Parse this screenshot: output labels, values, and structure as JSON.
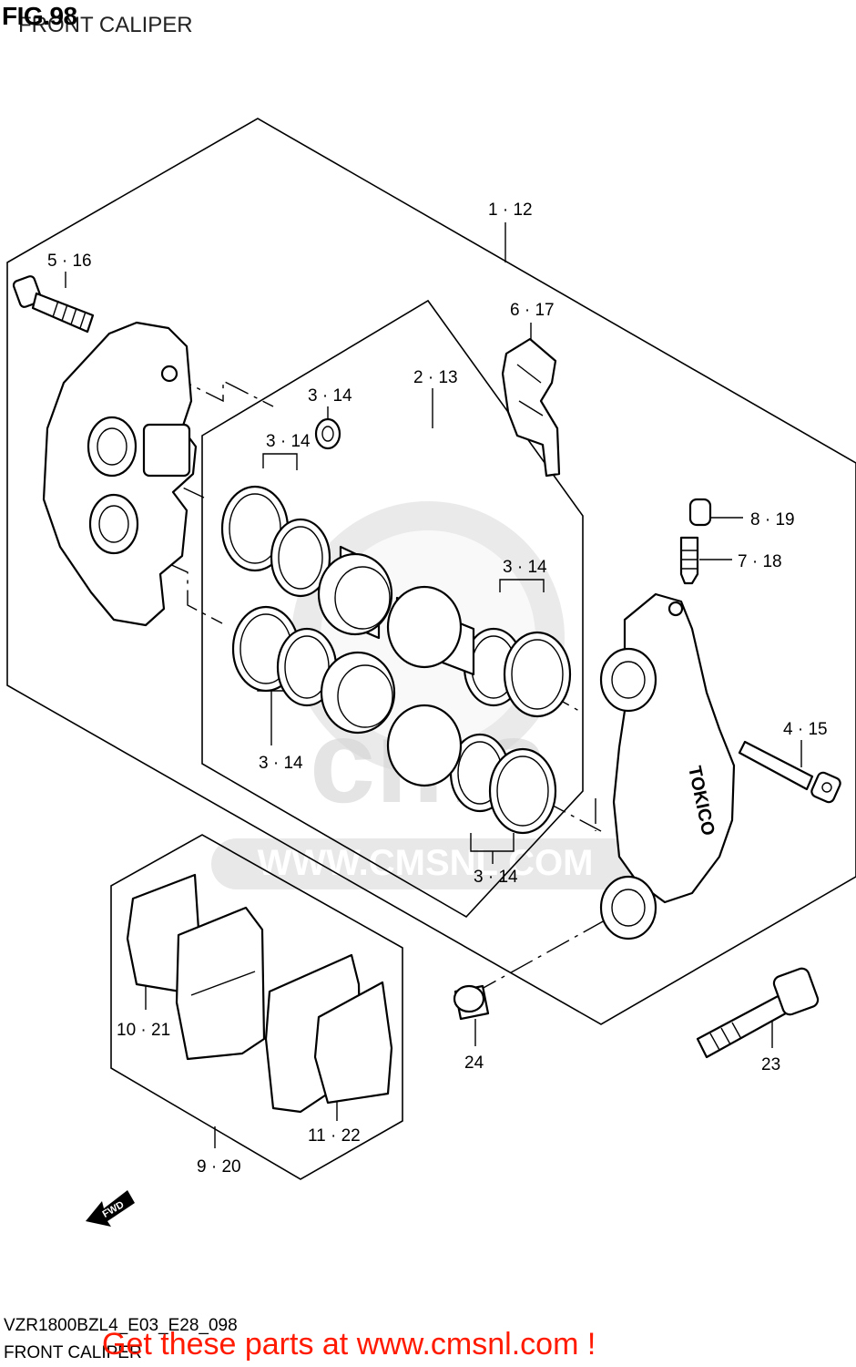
{
  "figure": {
    "number": "FIG.98",
    "title": "FRONT CALIPER"
  },
  "callouts": [
    {
      "id": "c1",
      "text": "1 · 12"
    },
    {
      "id": "c2",
      "text": "5 · 16"
    },
    {
      "id": "c3",
      "text": "6 · 17"
    },
    {
      "id": "c4",
      "text": "2 · 13"
    },
    {
      "id": "c5",
      "text": "3 · 14"
    },
    {
      "id": "c6",
      "text": "3 · 14"
    },
    {
      "id": "c7",
      "text": "3 · 14"
    },
    {
      "id": "c8",
      "text": "3 · 14"
    },
    {
      "id": "c9",
      "text": "3 · 14"
    },
    {
      "id": "c10",
      "text": "8 · 19"
    },
    {
      "id": "c11",
      "text": "7 · 18"
    },
    {
      "id": "c12",
      "text": "4 · 15"
    },
    {
      "id": "c13",
      "text": "10 · 21"
    },
    {
      "id": "c14",
      "text": "24"
    },
    {
      "id": "c15",
      "text": "23"
    },
    {
      "id": "c16",
      "text": "11 · 22"
    },
    {
      "id": "c17",
      "text": "9 · 20"
    }
  ],
  "caliper_text": "TOKICO",
  "fwd_label": "FWD",
  "watermark": {
    "text": "WWW.CMSNL.COM",
    "logo_text": "cms"
  },
  "footer": {
    "code": "VZR1800BZL4_E03_E28_098",
    "caption": "FRONT CALIPER",
    "promo": "Get these parts at www.cmsnl.com !",
    "promo_color": "#ff1a00"
  }
}
